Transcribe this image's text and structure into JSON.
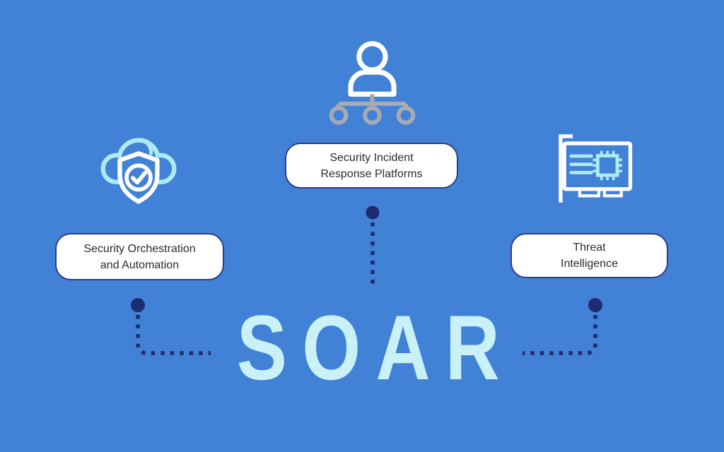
{
  "title": "SOAR",
  "nodes": [
    {
      "id": "security-orchestration",
      "label_lines": [
        "Security Orchestration",
        "and Automation"
      ],
      "icon": "cloud-shield-check-icon"
    },
    {
      "id": "security-incident-response",
      "label_lines": [
        "Security Incident",
        "Response Platforms"
      ],
      "icon": "user-org-chart-icon"
    },
    {
      "id": "threat-intelligence",
      "label_lines": [
        "Threat",
        "Intelligence"
      ],
      "icon": "network-card-chip-icon"
    }
  ],
  "colors": {
    "background": "#4282d6",
    "soar_text": "#c9f2f8",
    "icon_cyan": "#aeeaf2",
    "icon_white": "#ffffff",
    "icon_gray": "#a6aab2",
    "connector_navy": "#1f2b70",
    "box_border": "#2c3c86",
    "box_bg": "#ffffff",
    "box_text": "#2b2b2b"
  }
}
